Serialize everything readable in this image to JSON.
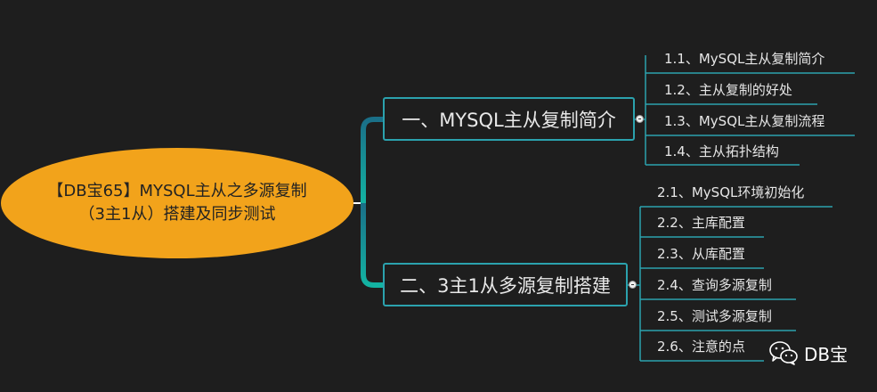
{
  "root": {
    "label": "【DB宝65】MYSQL主从之多源复制（3主1从）搭建及同步测试"
  },
  "branches": [
    {
      "label": "一、MYSQL主从复制简介",
      "children": [
        "1.1、MySQL主从复制简介",
        "1.2、主从复制的好处",
        "1.3、MySQL主从复制流程",
        "1.4、主从拓扑结构"
      ]
    },
    {
      "label": "二、3主1从多源复制搭建",
      "children": [
        "2.1、MySQL环境初始化",
        "2.2、主库配置",
        "2.3、从库配置",
        "2.4、查询多源复制",
        "2.5、测试多源复制",
        "2.6、注意的点"
      ]
    }
  ],
  "watermark": {
    "text": "DB宝",
    "icon": "wechat-icon"
  },
  "colors": {
    "background": "#1e1e1e",
    "root_fill": "#f2a31b",
    "branch_border": "#2ba2ae",
    "connector_top": "#1a7a8f",
    "connector_bottom": "#13b3a2"
  }
}
